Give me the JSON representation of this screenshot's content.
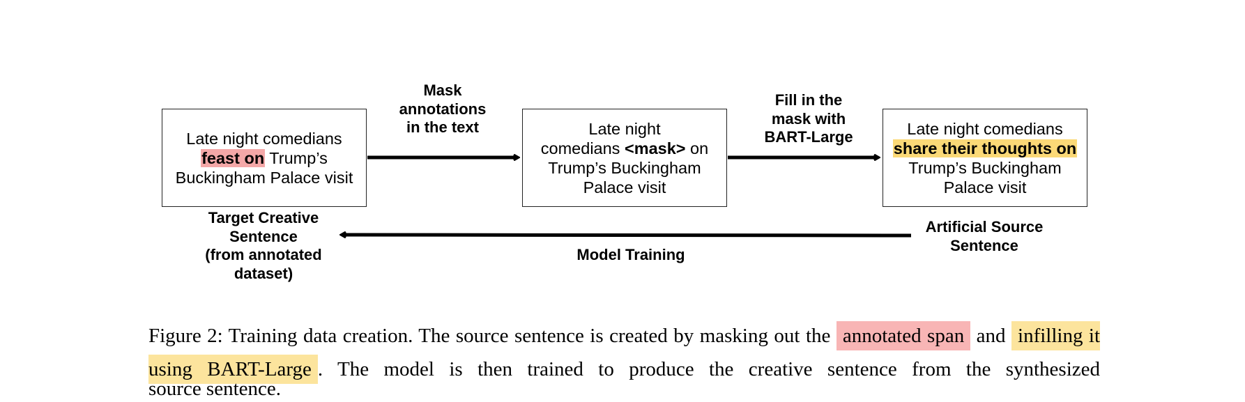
{
  "diagram": {
    "box_creative": {
      "line1": "Late night comedians",
      "highlight": "feast on",
      "line2_rest": " Trump’s",
      "line3": "Buckingham Palace visit"
    },
    "box_masked": {
      "line1": "Late night",
      "line2_pre": "comedians ",
      "mask_token": "<mask>",
      "line2_post": " on",
      "line3": "Trump’s Buckingham",
      "line4": "Palace visit"
    },
    "box_source": {
      "line1": "Late night comedians",
      "highlight": "share their thoughts on",
      "line3": "Trump’s Buckingham",
      "line4": "Palace visit"
    },
    "edge_mask": [
      "Mask",
      "annotations",
      "in the text"
    ],
    "edge_fill": [
      "Fill in the",
      "mask with",
      "BART-Large"
    ],
    "edge_training": "Model Training",
    "label_target": [
      "Target Creative",
      "Sentence",
      "(from annotated",
      "dataset)"
    ],
    "label_source": [
      "Artificial Source",
      "Sentence"
    ],
    "colors": {
      "pink": "#f4a8a8",
      "yellow": "#fbd977",
      "stroke": "#000000"
    }
  },
  "caption": {
    "prefix": "Figure 2:  Training data creation.  The source sentence is created by masking out the ",
    "span_pink": "annotated span",
    "mid": " and",
    "span_yellow": "infilling it using BART-Large",
    "suffix": ".  The model is then trained to produce the creative sentence from the synthesized",
    "last_line": "source sentence.",
    "colors": {
      "pink": "#f8b5b5",
      "yellow": "#fce49d"
    }
  }
}
